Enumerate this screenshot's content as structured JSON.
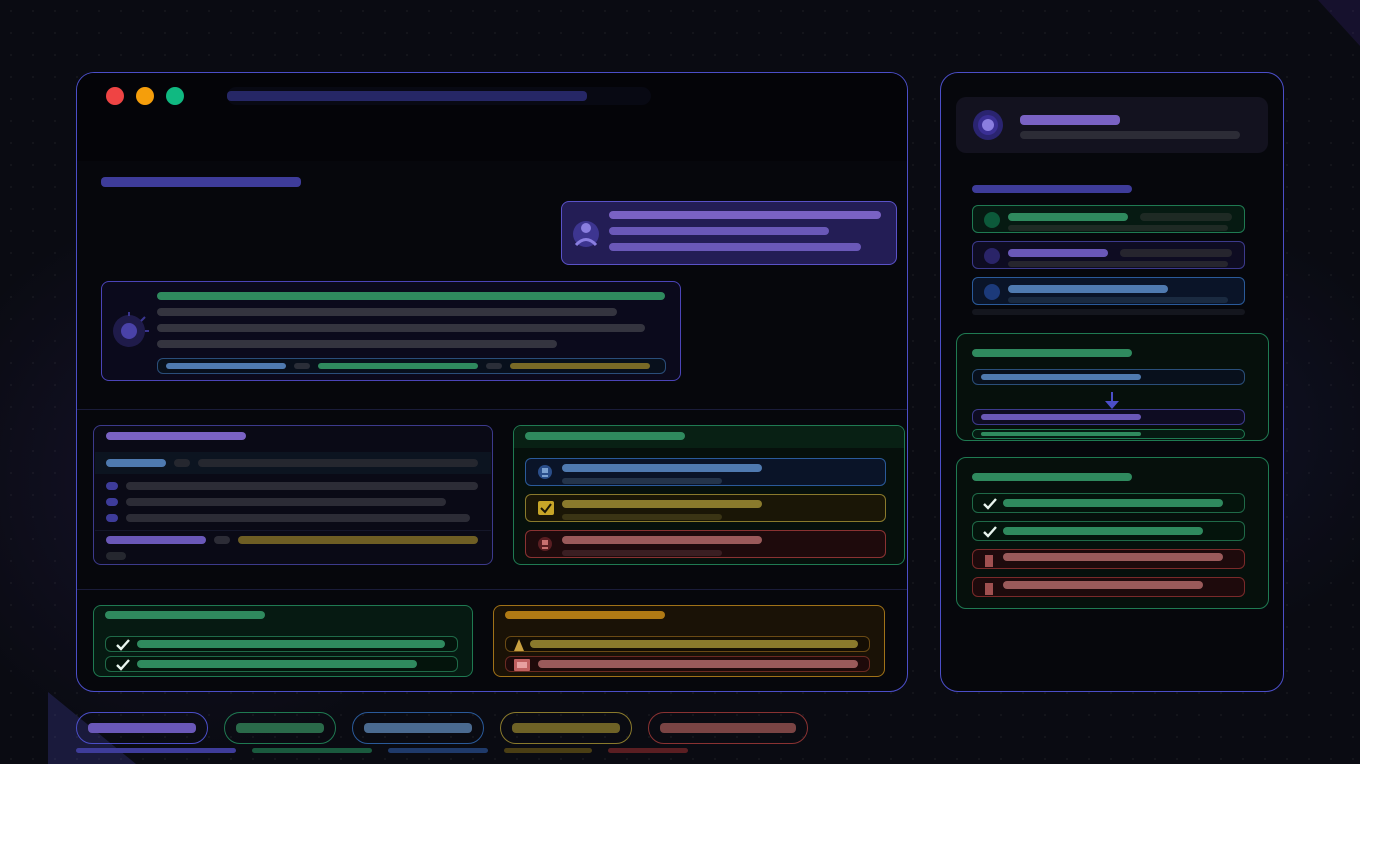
{
  "colors": {
    "accent_indigo": "#4b4ec8",
    "purple": "#7a62c4",
    "green": "#2fa76f",
    "steel_blue": "#4f7ab0",
    "gold": "#8a7a2c",
    "red": "#9a4a4a",
    "traffic_red": "#ef4444",
    "traffic_amber": "#f59e0b",
    "traffic_green": "#10b981",
    "background": "#0a0b12"
  },
  "icons": {
    "window_close": "close-dot",
    "window_minimize": "minimize-dot",
    "window_maximize": "maximize-dot",
    "user_avatar": "user-icon",
    "assistant_avatar": "sun-icon",
    "status_ok": "check-icon",
    "status_warn": "warning-icon",
    "status_error": "error-icon",
    "flow_arrow": "arrow-down-icon"
  },
  "window": {
    "title": "",
    "url": ""
  },
  "chat": {
    "user_message": "",
    "assistant_message": ""
  },
  "status_chips": [
    "",
    "",
    "",
    "",
    ""
  ]
}
